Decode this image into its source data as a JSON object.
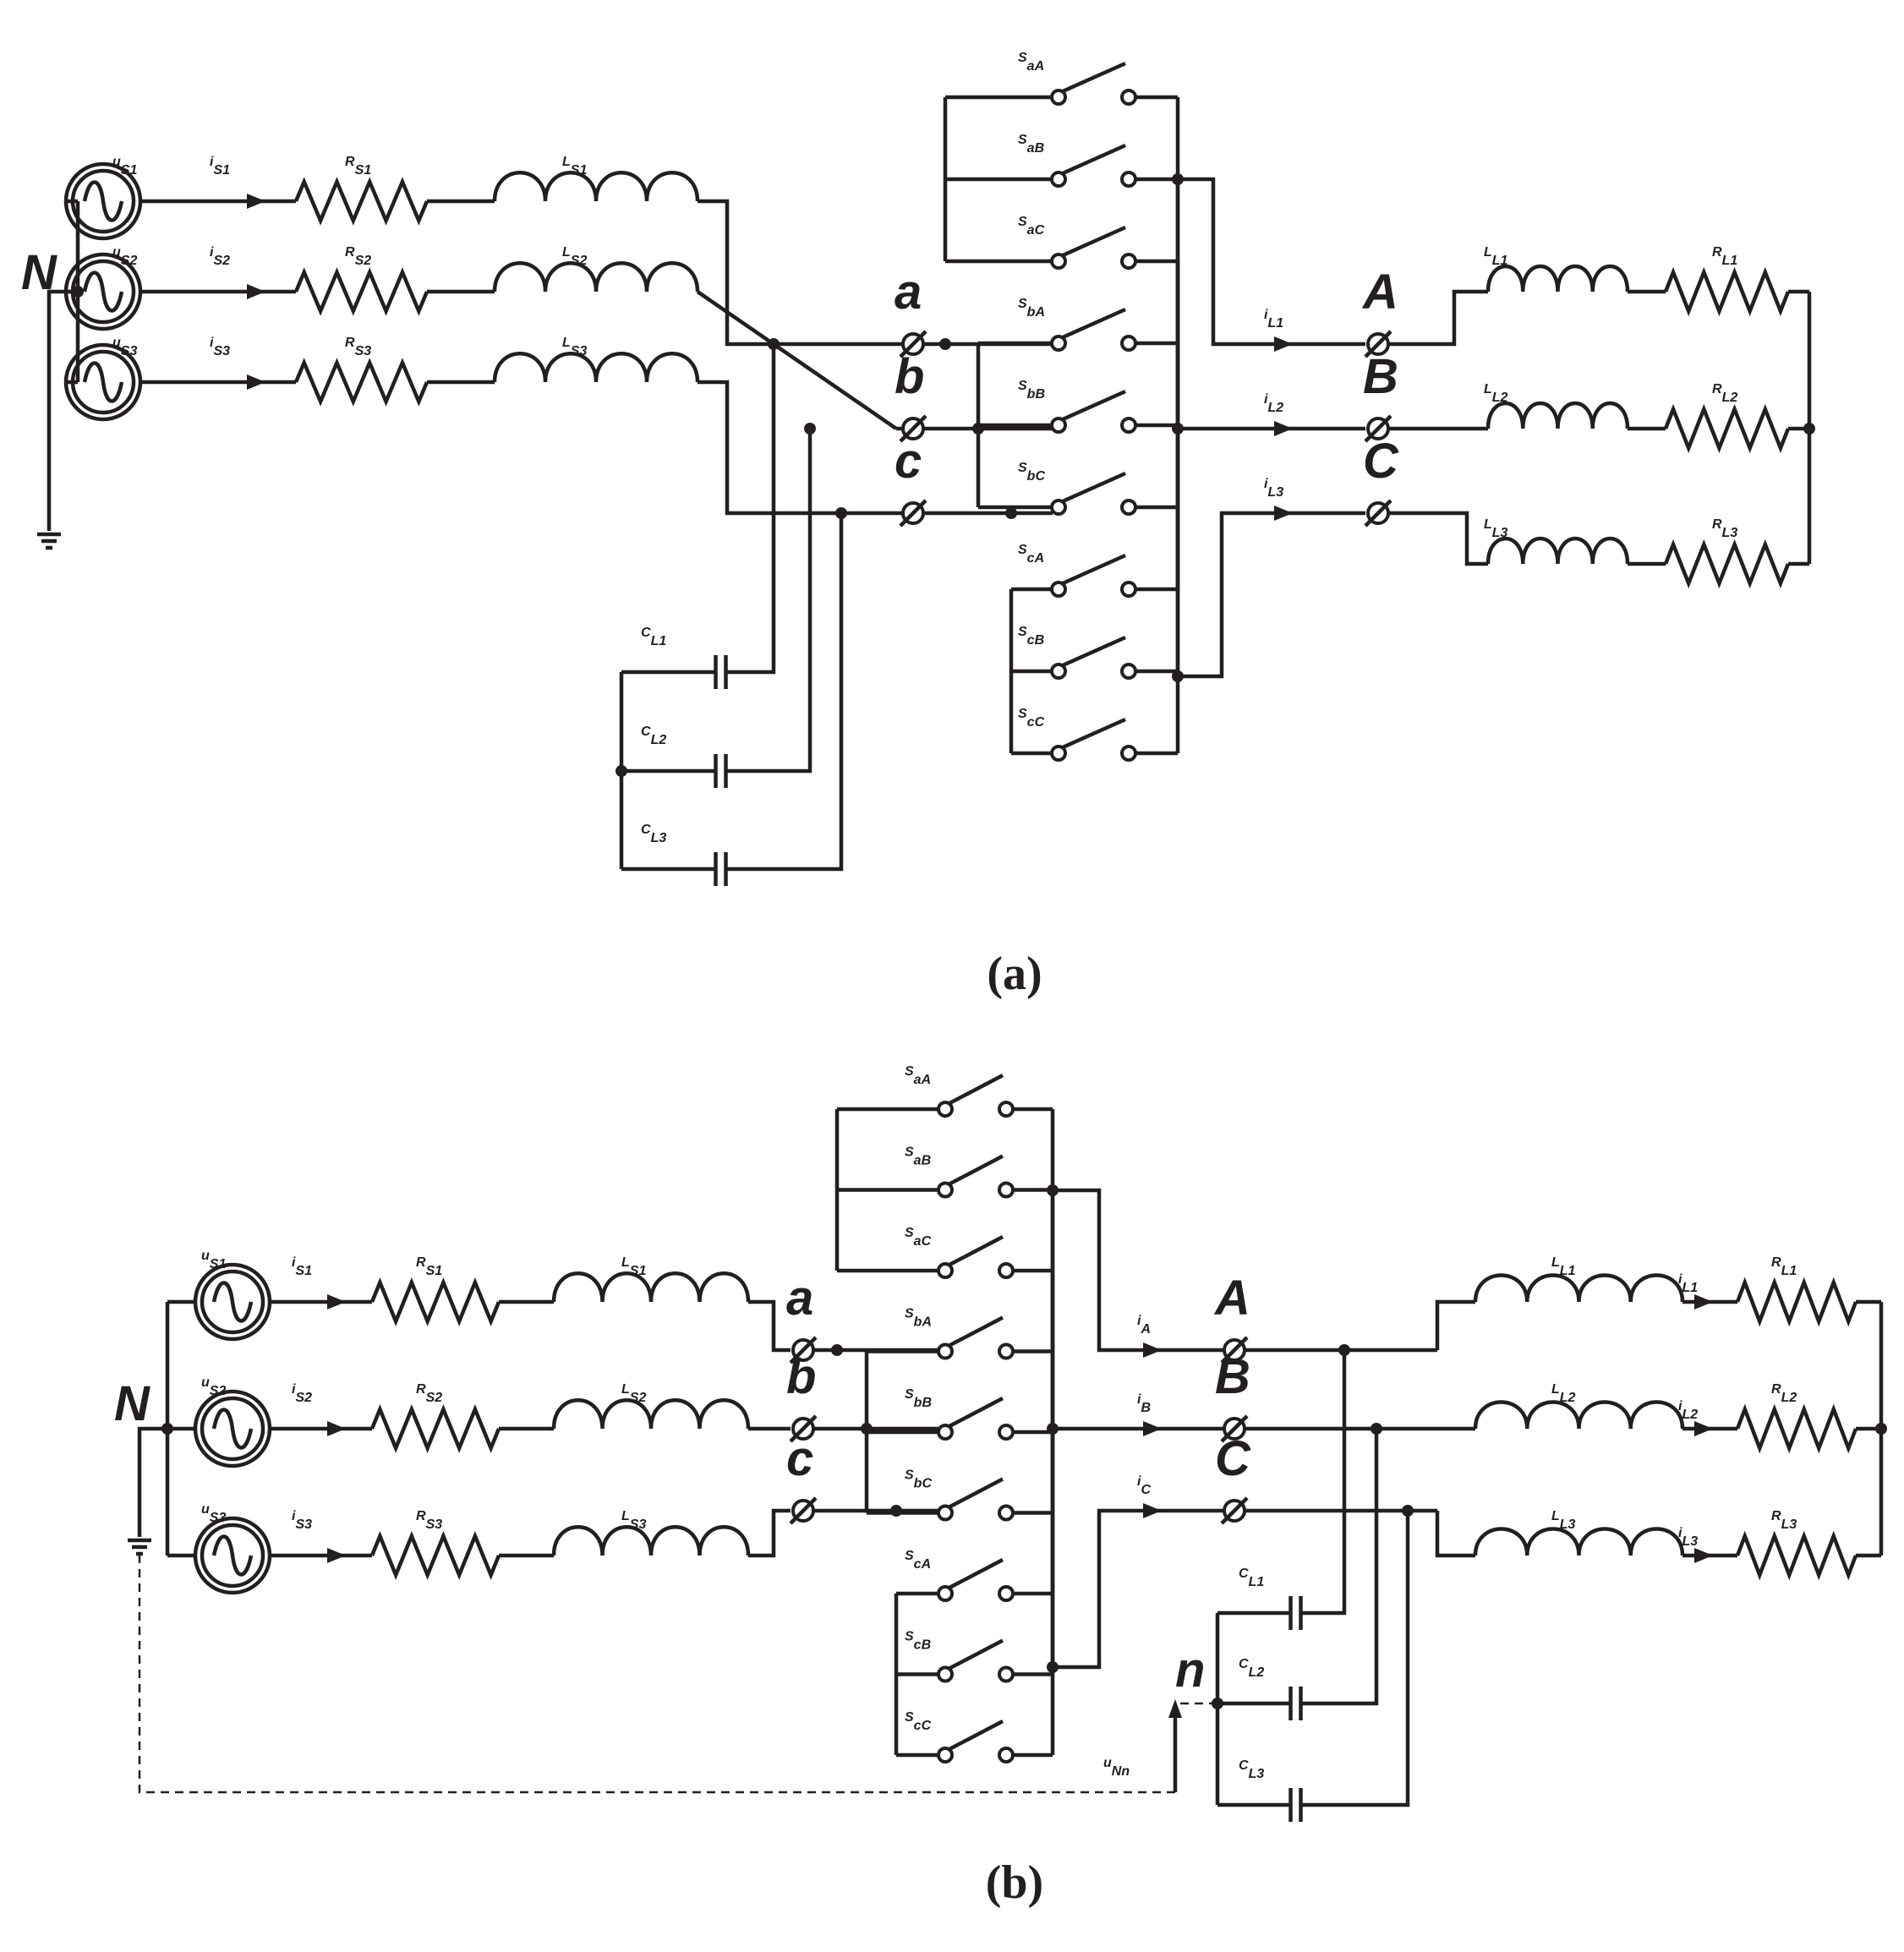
{
  "panels": [
    {
      "caption": "(a)",
      "node_labels": {
        "neutral": "N",
        "source_terminals": [
          "a",
          "b",
          "c"
        ],
        "load_terminals": [
          "A",
          "B",
          "C"
        ]
      },
      "sources": [
        {
          "main": "u",
          "sub": "S1"
        },
        {
          "main": "u",
          "sub": "S2"
        },
        {
          "main": "u",
          "sub": "S3"
        }
      ],
      "source_currents": [
        {
          "main": "i",
          "sub": "S1"
        },
        {
          "main": "i",
          "sub": "S2"
        },
        {
          "main": "i",
          "sub": "S3"
        }
      ],
      "source_resistors": [
        {
          "main": "R",
          "sub": "S1"
        },
        {
          "main": "R",
          "sub": "S2"
        },
        {
          "main": "R",
          "sub": "S3"
        }
      ],
      "source_inductors": [
        {
          "main": "L",
          "sub": "S1"
        },
        {
          "main": "L",
          "sub": "S2"
        },
        {
          "main": "L",
          "sub": "S3"
        }
      ],
      "switches": [
        {
          "main": "S",
          "sub": "aA"
        },
        {
          "main": "S",
          "sub": "aB"
        },
        {
          "main": "S",
          "sub": "aC"
        },
        {
          "main": "S",
          "sub": "bA"
        },
        {
          "main": "S",
          "sub": "bB"
        },
        {
          "main": "S",
          "sub": "bC"
        },
        {
          "main": "S",
          "sub": "cA"
        },
        {
          "main": "S",
          "sub": "cB"
        },
        {
          "main": "S",
          "sub": "cC"
        }
      ],
      "load_currents": [
        {
          "main": "i",
          "sub": "L1"
        },
        {
          "main": "i",
          "sub": "L2"
        },
        {
          "main": "i",
          "sub": "L3"
        }
      ],
      "load_inductors": [
        {
          "main": "L",
          "sub": "L1"
        },
        {
          "main": "L",
          "sub": "L2"
        },
        {
          "main": "L",
          "sub": "L3"
        }
      ],
      "load_resistors": [
        {
          "main": "R",
          "sub": "L1"
        },
        {
          "main": "R",
          "sub": "L2"
        },
        {
          "main": "R",
          "sub": "L3"
        }
      ],
      "capacitors": [
        {
          "main": "C",
          "sub": "L1"
        },
        {
          "main": "C",
          "sub": "L2"
        },
        {
          "main": "C",
          "sub": "L3"
        }
      ]
    },
    {
      "caption": "(b)",
      "node_labels": {
        "neutral": "N",
        "source_terminals": [
          "a",
          "b",
          "c"
        ],
        "load_terminals": [
          "A",
          "B",
          "C"
        ],
        "capacitor_star": "n"
      },
      "sources": [
        {
          "main": "u",
          "sub": "S1"
        },
        {
          "main": "u",
          "sub": "S2"
        },
        {
          "main": "u",
          "sub": "S3"
        }
      ],
      "source_currents": [
        {
          "main": "i",
          "sub": "S1"
        },
        {
          "main": "i",
          "sub": "S2"
        },
        {
          "main": "i",
          "sub": "S3"
        }
      ],
      "source_resistors": [
        {
          "main": "R",
          "sub": "S1"
        },
        {
          "main": "R",
          "sub": "S2"
        },
        {
          "main": "R",
          "sub": "S3"
        }
      ],
      "source_inductors": [
        {
          "main": "L",
          "sub": "S1"
        },
        {
          "main": "L",
          "sub": "S2"
        },
        {
          "main": "L",
          "sub": "S3"
        }
      ],
      "switches": [
        {
          "main": "S",
          "sub": "aA"
        },
        {
          "main": "S",
          "sub": "aB"
        },
        {
          "main": "S",
          "sub": "aC"
        },
        {
          "main": "S",
          "sub": "bA"
        },
        {
          "main": "S",
          "sub": "bB"
        },
        {
          "main": "S",
          "sub": "bC"
        },
        {
          "main": "S",
          "sub": "cA"
        },
        {
          "main": "S",
          "sub": "cB"
        },
        {
          "main": "S",
          "sub": "cC"
        }
      ],
      "output_currents": [
        {
          "main": "i",
          "sub": "A"
        },
        {
          "main": "i",
          "sub": "B"
        },
        {
          "main": "i",
          "sub": "C"
        }
      ],
      "load_inductors": [
        {
          "main": "L",
          "sub": "L1"
        },
        {
          "main": "L",
          "sub": "L2"
        },
        {
          "main": "L",
          "sub": "L3"
        }
      ],
      "load_currents": [
        {
          "main": "i",
          "sub": "L1"
        },
        {
          "main": "i",
          "sub": "L2"
        },
        {
          "main": "i",
          "sub": "L3"
        }
      ],
      "load_resistors": [
        {
          "main": "R",
          "sub": "L1"
        },
        {
          "main": "R",
          "sub": "L2"
        },
        {
          "main": "R",
          "sub": "L3"
        }
      ],
      "capacitors": [
        {
          "main": "C",
          "sub": "L1"
        },
        {
          "main": "C",
          "sub": "L2"
        },
        {
          "main": "C",
          "sub": "L3"
        }
      ],
      "voltage": {
        "main": "u",
        "sub": "Nn"
      }
    }
  ]
}
